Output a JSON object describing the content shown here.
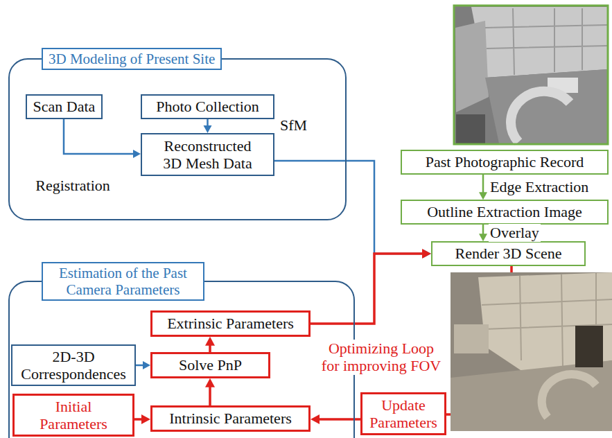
{
  "diagram": {
    "nodes": [
      {
        "text": [
          "3D Modeling of Present Site"
        ]
      },
      {
        "text": [
          "Scan Data"
        ],
        "in": 0
      },
      {
        "text": [
          "Photo Collection"
        ],
        "in": 0
      },
      {
        "text": [
          "Reconstructed 3D Mesh Data"
        ],
        "in": 0
      },
      {
        "text": [
          "Past Photographic Record"
        ]
      },
      {
        "text": [
          "Outline Extraction Image"
        ]
      },
      {
        "text": [
          "Render 3D Scene"
        ]
      },
      {
        "text": [
          "Estimation of the Past Camera Parameters"
        ]
      },
      {
        "text": [
          "Extrinsic Parameters"
        ],
        "in": 7
      },
      {
        "text": [
          "2D-3D Correspondences"
        ],
        "in": 7
      },
      {
        "text": [
          "Solve PnP"
        ],
        "in": 7
      },
      {
        "text": [
          "Initial Parameters"
        ],
        "in": 7
      },
      {
        "text": [
          "Intrinsic Parameters"
        ],
        "in": 7
      },
      {
        "text": [
          "Update Parameters"
        ]
      }
    ],
    "edges": [
      {
        "from": 2,
        "to": 3,
        "label": "SfM",
        "arrow": "to"
      },
      {
        "from": 1,
        "to": 3,
        "label": "Registration",
        "arrow": "to"
      },
      {
        "from": 3,
        "to": 6,
        "arrow": "to"
      },
      {
        "from": 4,
        "to": 5,
        "label": "Edge Extraction",
        "arrow": "to"
      },
      {
        "from": 5,
        "to": 6,
        "label": "Overlay",
        "arrow": "to"
      },
      {
        "from": 8,
        "to": 6,
        "arrow": "to"
      },
      {
        "from": 6,
        "to": 13,
        "arrow": "none"
      },
      {
        "from": 13,
        "to": 12,
        "arrow": "to"
      },
      {
        "from": 11,
        "to": 12,
        "arrow": "to"
      },
      {
        "from": 12,
        "to": 10,
        "arrow": "to"
      },
      {
        "from": 9,
        "to": 10,
        "arrow": "to"
      },
      {
        "from": 10,
        "to": 8,
        "arrow": "to"
      }
    ],
    "labels": [
      "Optimizing Loop for improving FOV"
    ]
  }
}
